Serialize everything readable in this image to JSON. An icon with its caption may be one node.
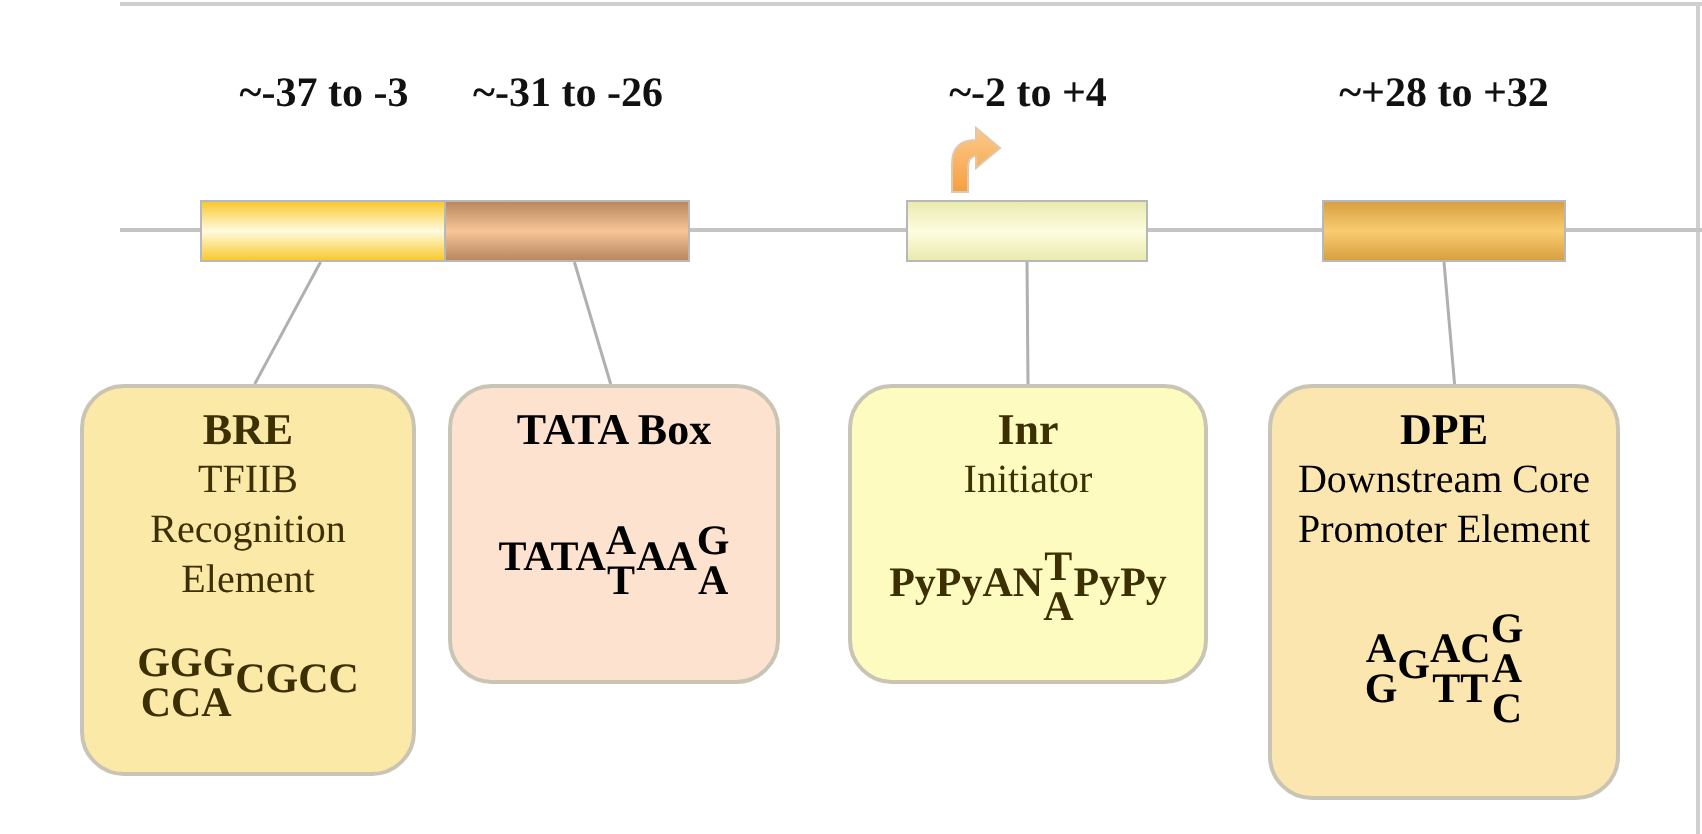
{
  "diagram": {
    "nodes": [
      {
        "text": [],
        "shape": "bar",
        "beside": [
          "~-37 to -3"
        ]
      },
      {
        "text": [],
        "shape": "bar",
        "beside": [
          "~-31 to -26"
        ]
      },
      {
        "text": [],
        "shape": "bar",
        "beside": [
          "~-2 to +4"
        ]
      },
      {
        "text": [],
        "shape": "bar",
        "beside": [
          "~+28 to +32"
        ]
      },
      {
        "text": [
          "BRE",
          "TFIIB Recognition Element",
          "$^{GGG}$$_{CCA}$CGCC"
        ]
      },
      {
        "text": [
          "TATA Box",
          "TATA$^{A}$$_{T}$AA$^{G}$$_{A}$"
        ]
      },
      {
        "text": [
          "Inr",
          "Initiator",
          "PyPyAN$^{T}$$_{A}$PyPy"
        ]
      },
      {
        "text": [
          "DPE",
          "Downstream Core Promoter Element",
          "$^{A}$$_{G}$G$^{AC}$$_{TT}$$^{G}$A$_{C}$"
        ]
      }
    ],
    "edges": [
      {
        "from": 4,
        "to": 0,
        "arrow": "none"
      },
      {
        "from": 5,
        "to": 1,
        "arrow": "none"
      },
      {
        "from": 6,
        "to": 2,
        "arrow": "none"
      },
      {
        "from": 7,
        "to": 3,
        "arrow": "none"
      }
    ]
  }
}
